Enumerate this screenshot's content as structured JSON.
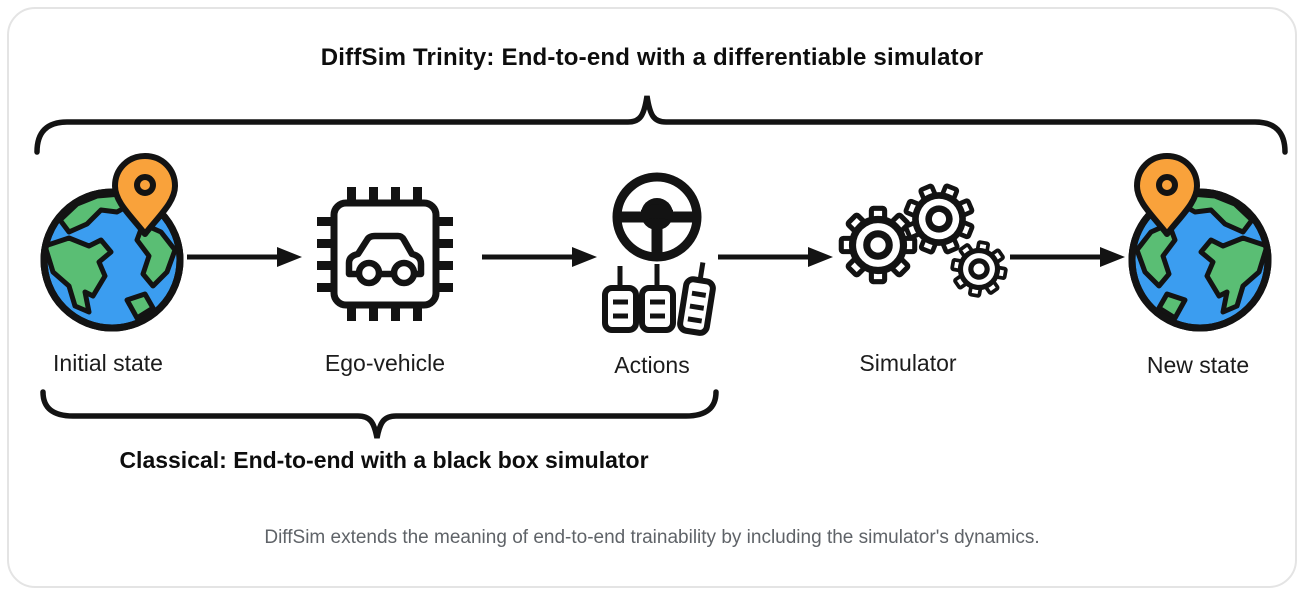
{
  "diagram": {
    "title": "DiffSim Trinity: End-to-end with a differentiable simulator",
    "classical_label": "Classical: End-to-end with a black box simulator",
    "caption": "DiffSim extends the meaning of end-to-end trainability by including the simulator's dynamics."
  },
  "stages": [
    {
      "label": "Initial state",
      "icon": "globe-with-pin-icon"
    },
    {
      "label": "Ego-vehicle",
      "icon": "chip-with-car-icon"
    },
    {
      "label": "Actions",
      "icon": "steering-wheel-pedals-icon"
    },
    {
      "label": "Simulator",
      "icon": "gears-icon"
    },
    {
      "label": "New state",
      "icon": "globe-with-pin-icon"
    }
  ],
  "colors": {
    "outline": "#131313",
    "earth_blue": "#3b9df0",
    "earth_green": "#5abe74",
    "pin_orange": "#f9a23b",
    "caption_gray": "#5f6368",
    "card_border": "#e4e4e4"
  }
}
